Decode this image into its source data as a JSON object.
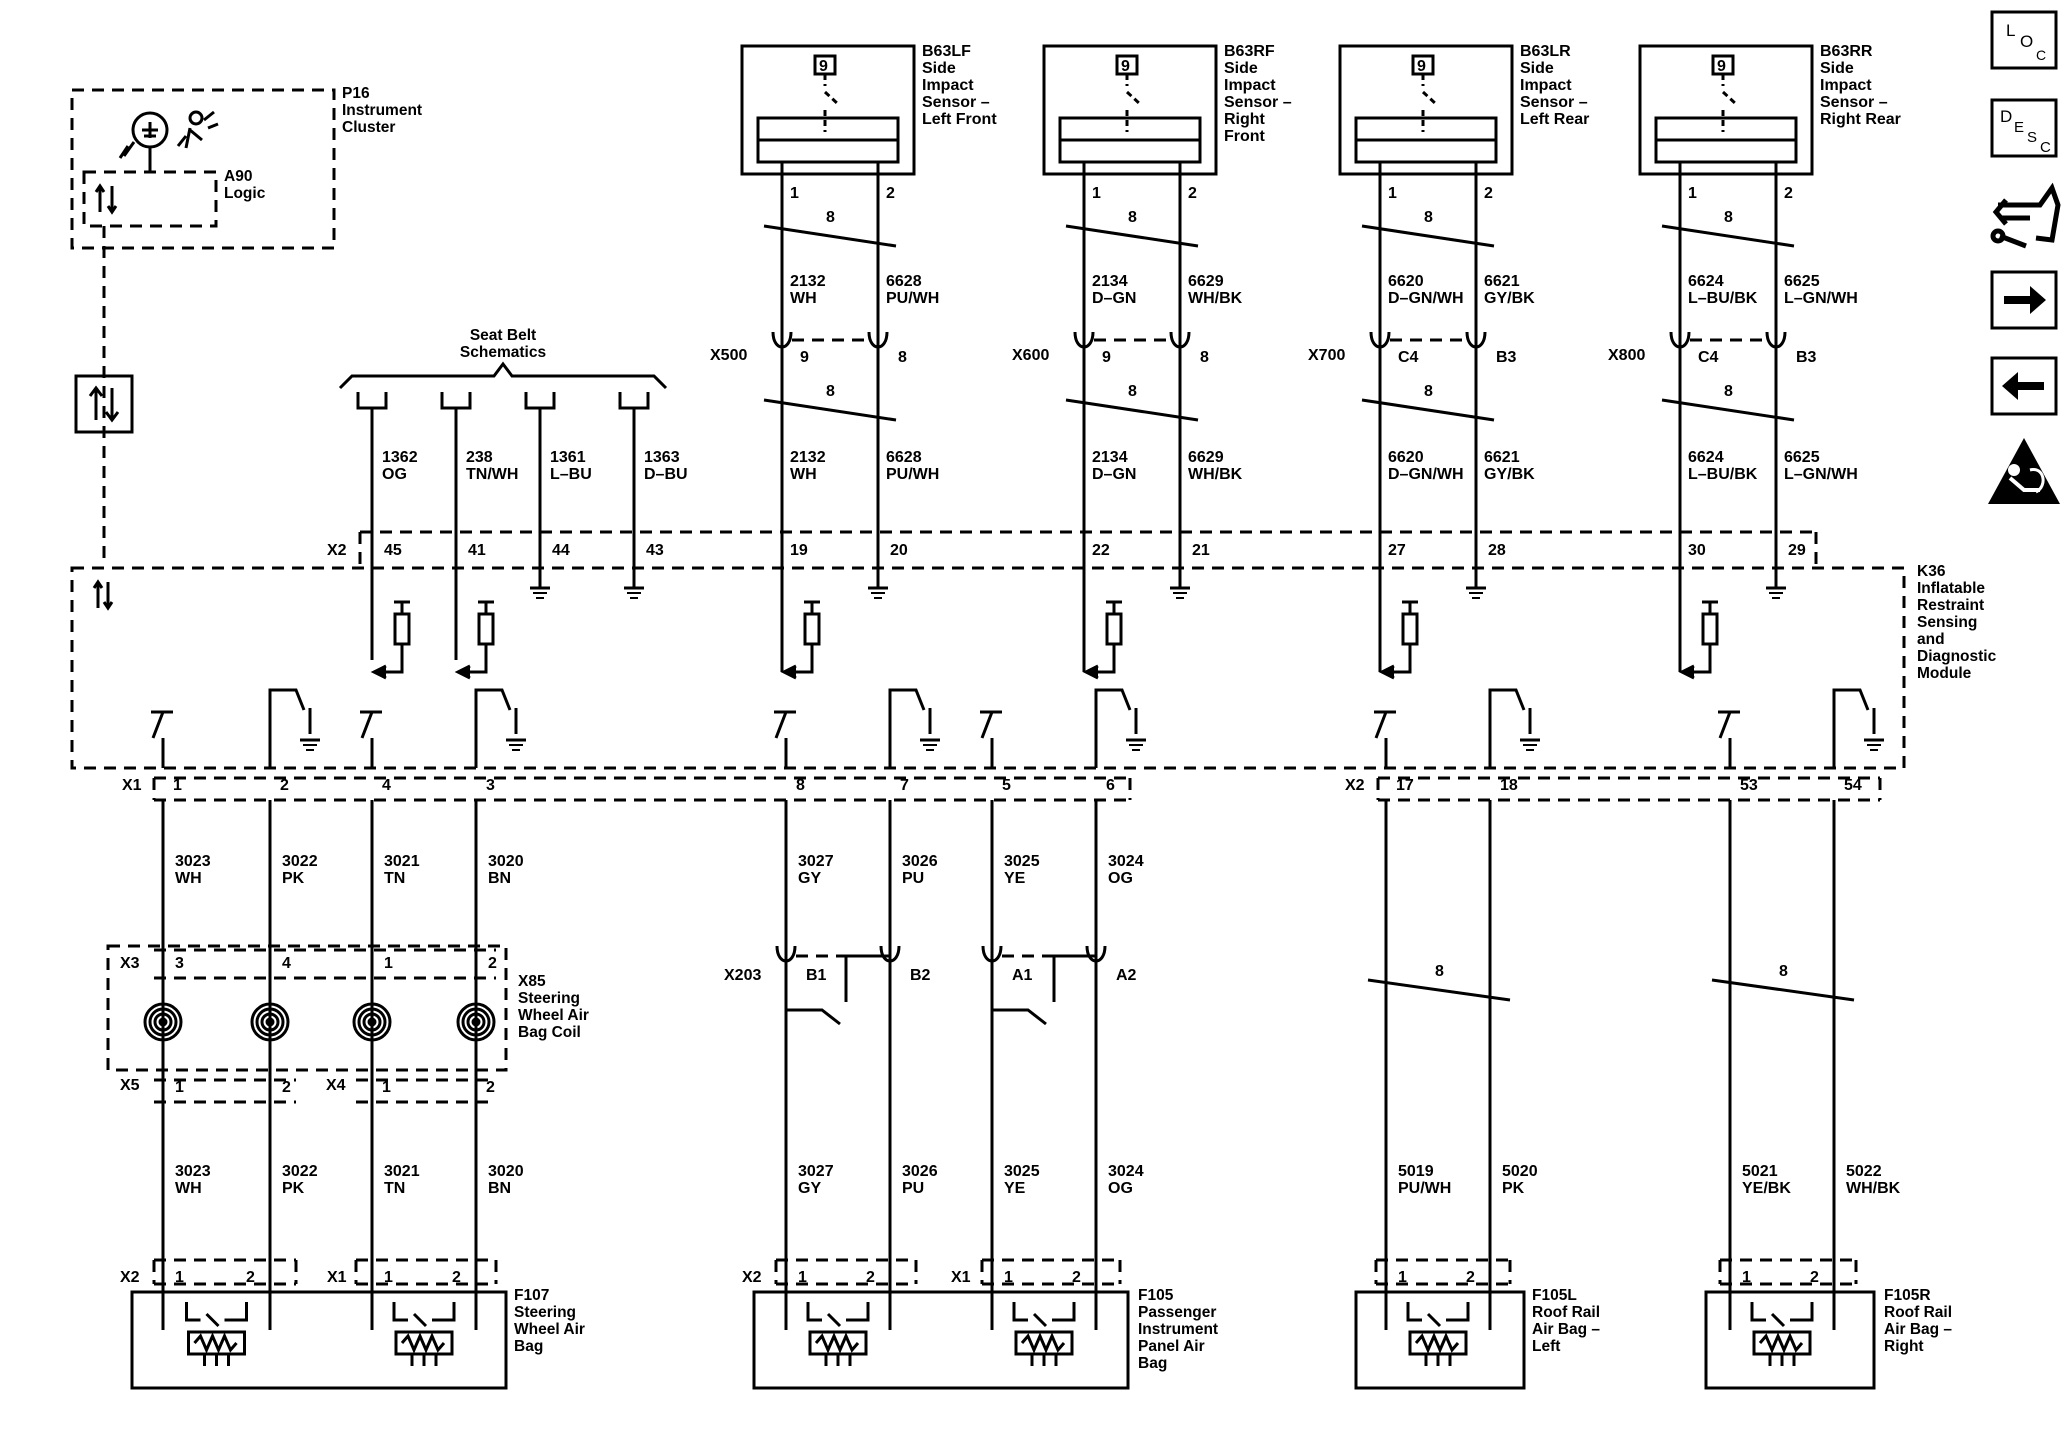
{
  "modules": {
    "p16": [
      "P16",
      "Instrument",
      "Cluster"
    ],
    "a90": [
      "A90",
      "Logic"
    ],
    "k36": [
      "K36",
      "Inflatable",
      "Restraint",
      "Sensing",
      "and",
      "Diagnostic",
      "Module"
    ],
    "x85": [
      "X85",
      "Steering",
      "Wheel Air",
      "Bag Coil"
    ],
    "f107": [
      "F107",
      "Steering",
      "Wheel Air",
      "Bag"
    ],
    "f105": [
      "F105",
      "Passenger",
      "Instrument",
      "Panel Air",
      "Bag"
    ],
    "f105l": [
      "F105L",
      "Roof Rail",
      "Air Bag –",
      "Left"
    ],
    "f105r": [
      "F105R",
      "Roof Rail",
      "Air Bag –",
      "Right"
    ],
    "seatbelt": [
      "Seat Belt",
      "Schematics"
    ]
  },
  "sensors": [
    {
      "title": [
        "B63LF",
        "Side",
        "Impact",
        "Sensor –",
        "Left Front"
      ],
      "box_label": "9",
      "pin1": "1",
      "pin2": "2",
      "twist": "8",
      "upper1": [
        "2132",
        "WH"
      ],
      "upper2": [
        "6628",
        "PU/WH"
      ],
      "conn": "X500",
      "cpin1": "9",
      "cpin2": "8",
      "lower1": [
        "2132",
        "WH"
      ],
      "lower2": [
        "6628",
        "PU/WH"
      ],
      "kpin1": "19",
      "kpin2": "20"
    },
    {
      "title": [
        "B63RF",
        "Side",
        "Impact",
        "Sensor –",
        "Right",
        "Front"
      ],
      "box_label": "9",
      "pin1": "1",
      "pin2": "2",
      "twist": "8",
      "upper1": [
        "2134",
        "D–GN"
      ],
      "upper2": [
        "6629",
        "WH/BK"
      ],
      "conn": "X600",
      "cpin1": "9",
      "cpin2": "8",
      "lower1": [
        "2134",
        "D–GN"
      ],
      "lower2": [
        "6629",
        "WH/BK"
      ],
      "kpin1": "22",
      "kpin2": "21"
    },
    {
      "title": [
        "B63LR",
        "Side",
        "Impact",
        "Sensor –",
        "Left Rear"
      ],
      "box_label": "9",
      "pin1": "1",
      "pin2": "2",
      "twist": "8",
      "upper1": [
        "6620",
        "D–GN/WH"
      ],
      "upper2": [
        "6621",
        "GY/BK"
      ],
      "conn": "X700",
      "cpin1": "C4",
      "cpin2": "B3",
      "lower1": [
        "6620",
        "D–GN/WH"
      ],
      "lower2": [
        "6621",
        "GY/BK"
      ],
      "kpin1": "27",
      "kpin2": "28"
    },
    {
      "title": [
        "B63RR",
        "Side",
        "Impact",
        "Sensor –",
        "Right Rear"
      ],
      "box_label": "9",
      "pin1": "1",
      "pin2": "2",
      "twist": "8",
      "upper1": [
        "6624",
        "L–BU/BK"
      ],
      "upper2": [
        "6625",
        "L–GN/WH"
      ],
      "conn": "X800",
      "cpin1": "C4",
      "cpin2": "B3",
      "lower1": [
        "6624",
        "L–BU/BK"
      ],
      "lower2": [
        "6625",
        "L–GN/WH"
      ],
      "kpin1": "30",
      "kpin2": "29"
    }
  ],
  "seatbelt_wires": [
    {
      "circuit": "1362",
      "color": "OG",
      "pin": "45"
    },
    {
      "circuit": "238",
      "color": "TN/WH",
      "pin": "41"
    },
    {
      "circuit": "1361",
      "color": "L–BU",
      "pin": "44"
    },
    {
      "circuit": "1363",
      "color": "D–BU",
      "pin": "43"
    }
  ],
  "connectors": {
    "x2_top": "X2",
    "x1": "X1",
    "x2_mid": "X2",
    "x3": "X3",
    "x5": "X5",
    "x4": "X4",
    "x203": "X203",
    "f107_x2": "X2",
    "f107_x1": "X1",
    "f105_x2": "X2",
    "f105_x1": "X1"
  },
  "k36_pins": {
    "group1": [
      "1",
      "2",
      "4",
      "3"
    ],
    "group2": [
      "8",
      "7",
      "5",
      "6"
    ],
    "group3": [
      "17",
      "18"
    ],
    "group4": [
      "53",
      "54"
    ]
  },
  "lower_wires": {
    "steering": [
      [
        "3023",
        "WH"
      ],
      [
        "3022",
        "PK"
      ],
      [
        "3021",
        "TN"
      ],
      [
        "3020",
        "BN"
      ]
    ],
    "passenger": [
      [
        "3027",
        "GY"
      ],
      [
        "3026",
        "PU"
      ],
      [
        "3025",
        "YE"
      ],
      [
        "3024",
        "OG"
      ]
    ],
    "roof_left": [
      [
        "5019",
        "PU/WH"
      ],
      [
        "5020",
        "PK"
      ]
    ],
    "roof_right": [
      [
        "5021",
        "YE/BK"
      ],
      [
        "5022",
        "WH/BK"
      ]
    ]
  },
  "x3_pins": [
    "3",
    "4",
    "1",
    "2"
  ],
  "x5_pins": [
    "1",
    "2"
  ],
  "x4_pins": [
    "1",
    "2"
  ],
  "x203_pins": [
    "B1",
    "B2",
    "A1",
    "A2"
  ],
  "airbag_pins": [
    "1",
    "2"
  ],
  "twist_labels": {
    "roof_left": "8",
    "roof_right": "8"
  },
  "side_buttons": {
    "loc": [
      "L",
      "O",
      "C"
    ],
    "desc": [
      "D",
      "E",
      "S",
      "C"
    ],
    "icons": [
      "connector-service-icon",
      "next-arrow-icon",
      "previous-arrow-icon",
      "airbag-warning-icon"
    ]
  }
}
